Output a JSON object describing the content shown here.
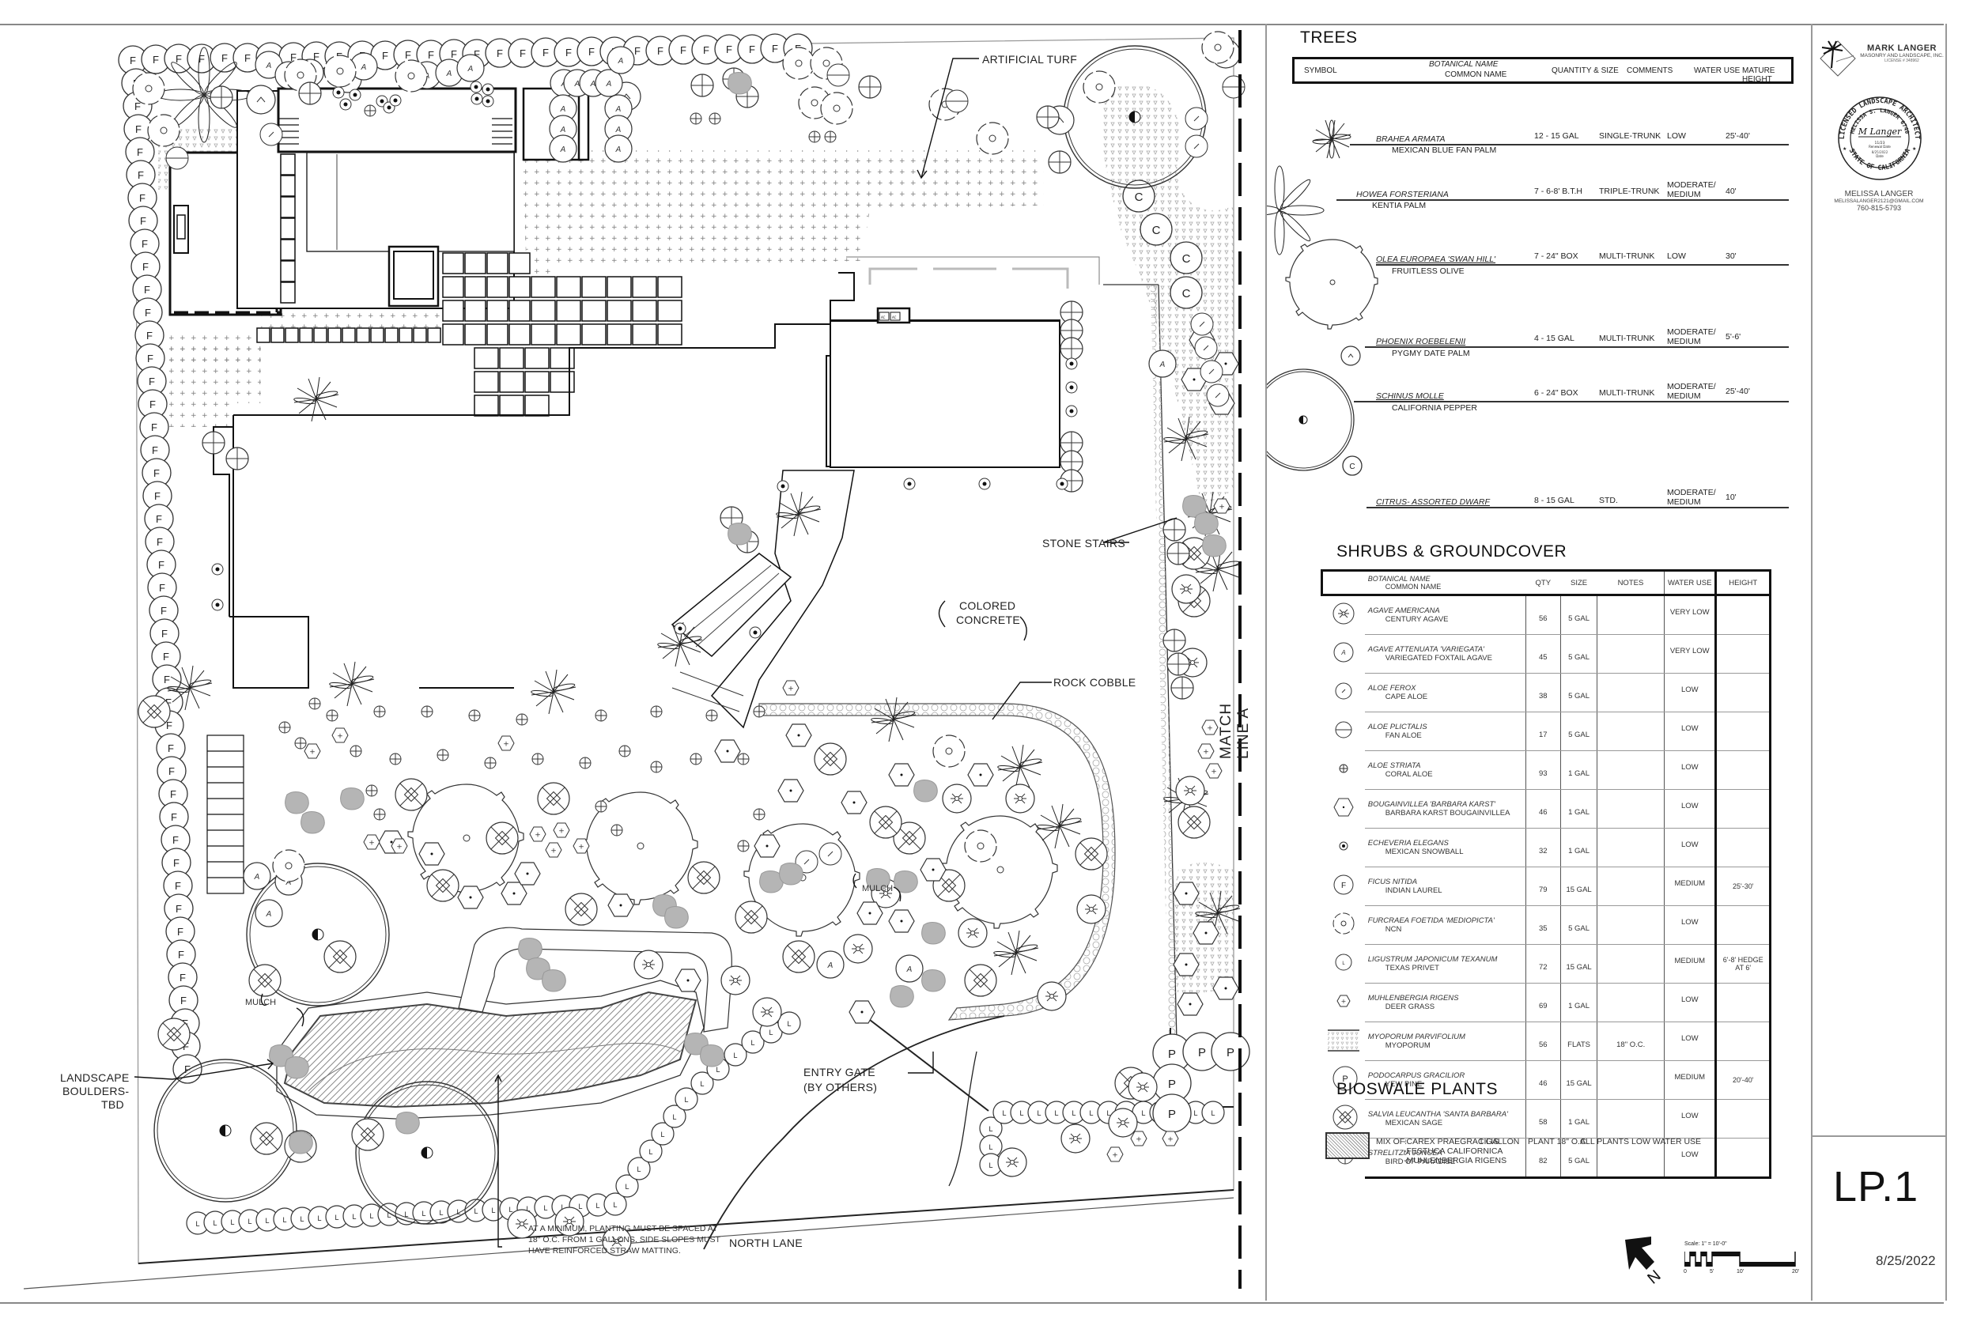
{
  "plan": {
    "labels": {
      "artificial_turf": "ARTIFICIAL TURF",
      "stone_stairs": "STONE STAIRS",
      "colored_concrete_1": "COLORED",
      "colored_concrete_2": "CONCRETE",
      "rock_cobble": "ROCK COBBLE",
      "mulch_1": "MULCH",
      "mulch_2": "MULCH",
      "landscape_boulders_1": "LANDSCAPE",
      "landscape_boulders_2": "BOULDERS-",
      "landscape_boulders_3": "TBD",
      "entry_gate_1": "ENTRY GATE",
      "entry_gate_2": "(BY OTHERS)",
      "planting_note": "AT A MINIMUM, PLANTING MUST BE SPACED AT 18\" O.C. FROM 1 GALLONS. SIDE SLOPES MUST HAVE REINFORCED STRAW MATTING.",
      "north_lane": "NORTH LANE",
      "match_line": "MATCH LINE A",
      "ac_1": "AC",
      "ac_2": "AC"
    },
    "symbol_letters": {
      "ficus": "F",
      "agave_attenuata": "A",
      "podocarpus": "P",
      "ligustrum": "L",
      "citrus": "C"
    }
  },
  "trees": {
    "title": "TREES",
    "headers": {
      "symbol": "SYMBOL",
      "botanical": "BOTANICAL NAME",
      "common": "COMMON NAME",
      "qty_size": "QUANTITY & SIZE",
      "comments": "COMMENTS",
      "water_use": "WATER USE",
      "mature_height": "MATURE HEIGHT"
    },
    "rows": [
      {
        "botanical": "BRAHEA ARMATA",
        "common": "MEXICAN BLUE FAN PALM",
        "qty_size": "12 -  15 GAL",
        "comments": "SINGLE-TRUNK",
        "water_use": "LOW",
        "mature_height": "25'-40'",
        "symbol": "fan-palm-icon"
      },
      {
        "botanical": "HOWEA FORSTERIANA",
        "common": "KENTIA PALM",
        "qty_size": "7 - 6-8' B.T.H",
        "comments": "TRIPLE-TRUNK",
        "water_use": "MODERATE/ MEDIUM",
        "mature_height": "40'",
        "symbol": "kentia-palm-icon"
      },
      {
        "botanical": "OLEA EUROPAEA 'SWAN HILL'",
        "common": "FRUITLESS OLIVE",
        "qty_size": "7  -  24\" BOX",
        "comments": "MULTI-TRUNK",
        "water_use": "LOW",
        "mature_height": "30'",
        "symbol": "olive-tree-icon"
      },
      {
        "botanical": "PHOENIX ROEBELENII",
        "common": "PYGMY DATE PALM",
        "qty_size": "4 -  15 GAL",
        "comments": "MULTI-TRUNK",
        "water_use": "MODERATE/ MEDIUM",
        "mature_height": "5'-6'",
        "symbol": "pygmy-date-palm-icon"
      },
      {
        "botanical": "SCHINUS MOLLE",
        "common": "CALIFORNIA PEPPER",
        "qty_size": "6 -  24\" BOX",
        "comments": "MULTI-TRUNK",
        "water_use": "MODERATE/ MEDIUM",
        "mature_height": "25'-40'",
        "symbol": "pepper-tree-icon"
      },
      {
        "botanical": "CITRUS- ASSORTED DWARF",
        "common": "",
        "qty_size": "8 - 15 GAL",
        "comments": "STD.",
        "water_use": "MODERATE/ MEDIUM",
        "mature_height": "10'",
        "symbol": "citrus-icon",
        "symbol_letter": "C"
      }
    ]
  },
  "shrubs": {
    "title": "SHRUBS & GROUNDCOVER",
    "headers": {
      "botanical": "BOTANICAL NAME",
      "common": "COMMON NAME",
      "qty": "QTY",
      "size": "SIZE",
      "notes": "NOTES",
      "water_use": "WATER USE",
      "height": "HEIGHT"
    },
    "rows": [
      {
        "botanical": "AGAVE AMERICANA",
        "common": "CENTURY AGAVE",
        "qty": "56",
        "size": "5 GAL",
        "notes": "",
        "water_use": "VERY LOW",
        "height": "",
        "symbol": "century-agave-icon"
      },
      {
        "botanical": "AGAVE ATTENUATA 'VARIEGATA'",
        "common": "VARIEGATED FOXTAIL AGAVE",
        "qty": "45",
        "size": "5 GAL",
        "notes": "",
        "water_use": "VERY LOW",
        "height": "",
        "symbol": "foxtail-agave-icon"
      },
      {
        "botanical": "ALOE FEROX",
        "common": "CAPE ALOE",
        "qty": "38",
        "size": "5 GAL",
        "notes": "",
        "water_use": "LOW",
        "height": "",
        "symbol": "cape-aloe-icon"
      },
      {
        "botanical": "ALOE PLICTALIS",
        "common": "FAN ALOE",
        "qty": "17",
        "size": "5 GAL",
        "notes": "",
        "water_use": "LOW",
        "height": "",
        "symbol": "fan-aloe-icon"
      },
      {
        "botanical": "ALOE STRIATA",
        "common": "CORAL ALOE",
        "qty": "93",
        "size": "1 GAL",
        "notes": "",
        "water_use": "LOW",
        "height": "",
        "symbol": "coral-aloe-icon"
      },
      {
        "botanical": "BOUGAINVILLEA 'BARBARA KARST'",
        "common": "BARBARA KARST BOUGAINVILLEA",
        "qty": "46",
        "size": "1 GAL",
        "notes": "",
        "water_use": "LOW",
        "height": "",
        "symbol": "bougainvillea-icon"
      },
      {
        "botanical": "ECHEVERIA ELEGANS",
        "common": "MEXICAN SNOWBALL",
        "qty": "32",
        "size": "1 GAL",
        "notes": "",
        "water_use": "LOW",
        "height": "",
        "symbol": "echeveria-icon"
      },
      {
        "botanical": "FICUS NITIDA",
        "common": "INDIAN LAUREL",
        "qty": "79",
        "size": "15 GAL",
        "notes": "",
        "water_use": "MEDIUM",
        "height": "25'-30'",
        "symbol": "ficus-icon"
      },
      {
        "botanical": "FURCRAEA FOETIDA 'MEDIOPICTA'",
        "common": "NCN",
        "qty": "35",
        "size": "5 GAL",
        "notes": "",
        "water_use": "LOW",
        "height": "",
        "symbol": "furcraea-icon"
      },
      {
        "botanical": "LIGUSTRUM JAPONICUM TEXANUM",
        "common": "TEXAS PRIVET",
        "qty": "72",
        "size": "15 GAL",
        "notes": "",
        "water_use": "MEDIUM",
        "height": "6'-8' HEDGE AT 6'",
        "symbol": "privet-icon"
      },
      {
        "botanical": "MUHLENBERGIA RIGENS",
        "common": "DEER GRASS",
        "qty": "69",
        "size": "1 GAL",
        "notes": "",
        "water_use": "LOW",
        "height": "",
        "symbol": "deer-grass-icon"
      },
      {
        "botanical": "MYOPORUM PARVIFOLIUM",
        "common": "MYOPORUM",
        "qty": "56",
        "size": "FLATS",
        "notes": "18\" O.C.",
        "water_use": "LOW",
        "height": "",
        "symbol": "myoporum-hatch-icon"
      },
      {
        "botanical": "PODOCARPUS GRACILIOR",
        "common": "YEW PINE",
        "qty": "46",
        "size": "15 GAL",
        "notes": "",
        "water_use": "MEDIUM",
        "height": "20'-40'",
        "symbol": "yew-pine-icon"
      },
      {
        "botanical": "SALVIA LEUCANTHA 'SANTA BARBARA'",
        "common": "MEXICAN SAGE",
        "qty": "58",
        "size": "1 GAL",
        "notes": "",
        "water_use": "LOW",
        "height": "",
        "symbol": "mexican-sage-icon"
      },
      {
        "botanical": "STRELITZIA JUNCEA",
        "common": "BIRD OF PARADISE",
        "qty": "82",
        "size": "5 GAL",
        "notes": "",
        "water_use": "LOW",
        "height": "",
        "symbol": "bird-of-paradise-icon"
      }
    ]
  },
  "bioswale": {
    "title": "BIOSWALE PLANTS",
    "mix_label": "MIX OF:",
    "species": [
      "-CAREX PRAEGRACILIS",
      "-FESTUCA CALIFORNICA",
      "-MUHLENBERGIA RIGENS"
    ],
    "size": "1 GALLON",
    "spacing": "PLANT 18\" O.C.",
    "water": "ALL PLANTS LOW WATER USE"
  },
  "title_block": {
    "firm_name": "MARK LANGER",
    "firm_sub": "MASONRY AND LANDSCAPE, INC.",
    "license": "LICENSE # 348962",
    "seal_top": "LICENSED LANDSCAPE ARCHITECT",
    "seal_name": "MELISSA S. LANGER 6740",
    "seal_bottom": "STATE OF CALIFORNIA",
    "seal_renewal": "11/23",
    "seal_renewal_label": "Renewal Date",
    "seal_date": "8/25/2022",
    "seal_date_label": "Date",
    "seal_signature": "M Langer",
    "contact_name": "MELISSA LANGER",
    "contact_email": "MELISSALANGER2121@GMAIL.COM",
    "contact_phone": "760-815-5793",
    "sheet_number": "LP.1",
    "date": "8/25/2022"
  },
  "scale_bar": {
    "label": "Scale: 1\" = 10'-0\"",
    "ticks": [
      "0",
      "5'",
      "10'",
      "20'"
    ],
    "north_label": "N"
  }
}
